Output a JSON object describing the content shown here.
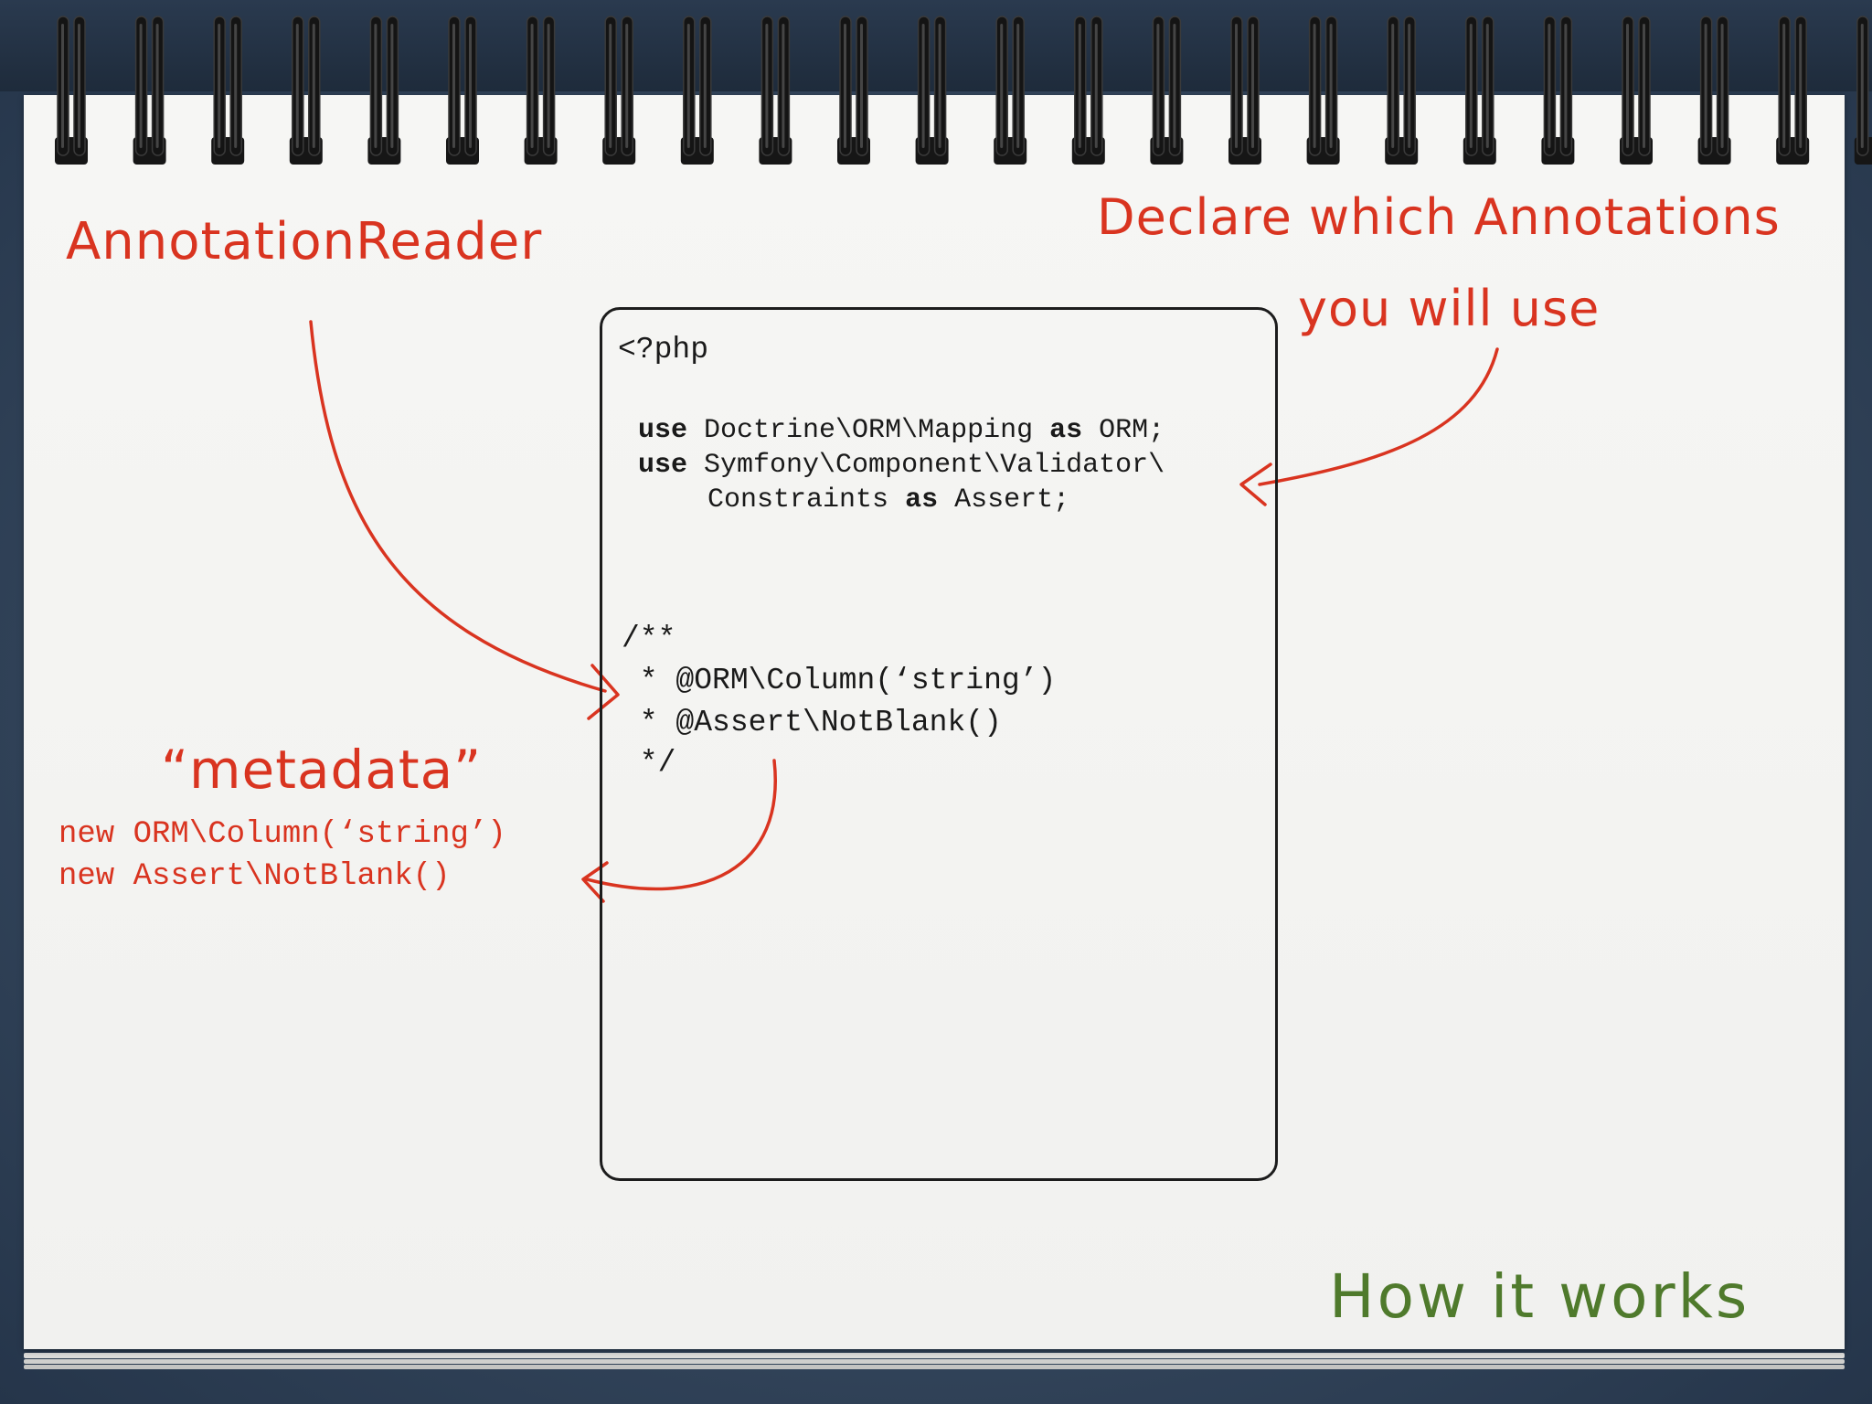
{
  "annotations": {
    "reader_label": "AnnotationReader",
    "declare_line1": "Declare which Annotations",
    "declare_line2": "you will use",
    "metadata_label": "“metadata”",
    "slide_title": "How it works"
  },
  "metadata_code": [
    "new ORM\\Column(‘string’)",
    "new Assert\\NotBlank()"
  ],
  "code": {
    "open_tag": "<?php",
    "use1_kw": "use",
    "use1_ns": "Doctrine\\ORM\\Mapping",
    "use1_as": "as",
    "use1_alias": "ORM;",
    "use2_kw": "use",
    "use2_ns": "Symfony\\Component\\Validator\\",
    "use2_cont": "Constraints",
    "use2_as": "as",
    "use2_alias": "Assert;",
    "doc_open": "/**",
    "doc_line1": " * @ORM\\Column(‘string’)",
    "doc_line2": " * @Assert\\NotBlank()",
    "doc_close": " */"
  },
  "colors": {
    "annotation_red": "#d93420",
    "title_green": "#4f7a2c",
    "code_ink": "#1a1a1a",
    "paper": "#f3f3f1",
    "background": "#3c4e64"
  },
  "icons": {
    "binding": "spiral-ring-icon",
    "arrows": "hand-drawn-arrow-icon"
  }
}
